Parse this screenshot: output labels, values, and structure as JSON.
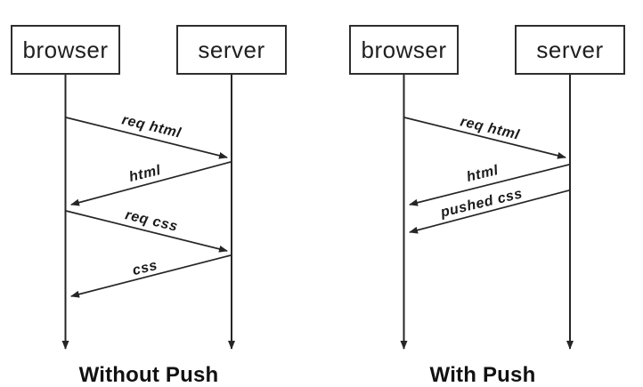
{
  "colors": {
    "ink": "#262626",
    "background": "#ffffff"
  },
  "diagrams": [
    {
      "caption": "Without Push",
      "actors": {
        "left": "browser",
        "right": "server"
      },
      "messages": [
        {
          "label": "req html",
          "from": "browser",
          "to": "server"
        },
        {
          "label": "html",
          "from": "server",
          "to": "browser"
        },
        {
          "label": "req css",
          "from": "browser",
          "to": "server"
        },
        {
          "label": "css",
          "from": "server",
          "to": "browser"
        }
      ]
    },
    {
      "caption": "With Push",
      "actors": {
        "left": "browser",
        "right": "server"
      },
      "messages": [
        {
          "label": "req html",
          "from": "browser",
          "to": "server"
        },
        {
          "label": "html",
          "from": "server",
          "to": "browser"
        },
        {
          "label": "pushed css",
          "from": "server",
          "to": "browser"
        }
      ]
    }
  ]
}
